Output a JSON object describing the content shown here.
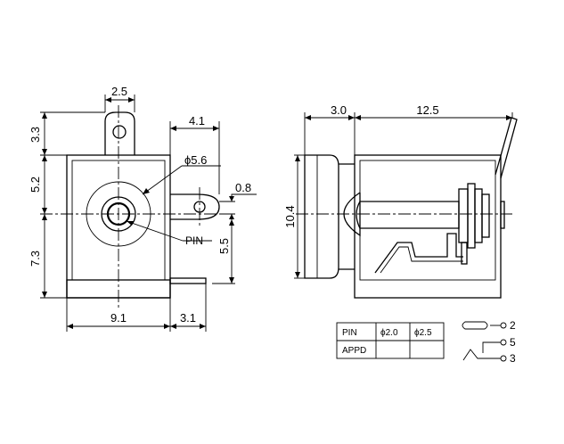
{
  "front_view": {
    "dim_top_width": "2.5",
    "dim_pin_offset": "4.1",
    "dim_tab_height": "3.3",
    "dim_upper_height": "5.2",
    "dim_lower_height": "7.3",
    "dim_bore": "ϕ5.6",
    "dim_small_hole": "0.8",
    "dim_pin_drop": "5.5",
    "dim_body_width": "9.1",
    "dim_lead_width": "3.1",
    "pin_label": "PIN"
  },
  "side_view": {
    "dim_flange": "3.0",
    "dim_length": "12.5",
    "dim_height": "10.4"
  },
  "pin_table": {
    "row1": [
      "PIN",
      "ϕ2.0",
      "ϕ2.5"
    ],
    "row2": [
      "APPD",
      "",
      ""
    ]
  },
  "schematic": {
    "terminal_1": "2",
    "terminal_2": "5",
    "terminal_3": "3"
  }
}
